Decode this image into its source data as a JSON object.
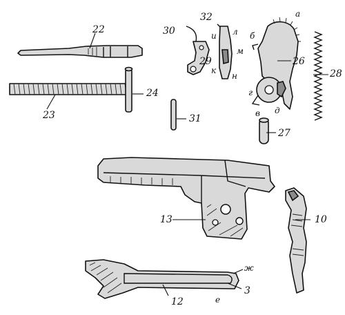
{
  "labels": {
    "p22": "22",
    "p23": "23",
    "p24": "24",
    "p31": "31",
    "p30": "30",
    "p32": "32",
    "p29": "29",
    "p26": "26",
    "p28": "28",
    "p27": "27",
    "p13": "13",
    "p10": "10",
    "p12": "12",
    "p3": "3"
  },
  "letters": {
    "a": "а",
    "b": "б",
    "v": "в",
    "g": "г",
    "d": "д",
    "zh": "ж",
    "e": "е",
    "i": "и",
    "k": "к",
    "l": "л",
    "m": "м",
    "n": "н"
  }
}
